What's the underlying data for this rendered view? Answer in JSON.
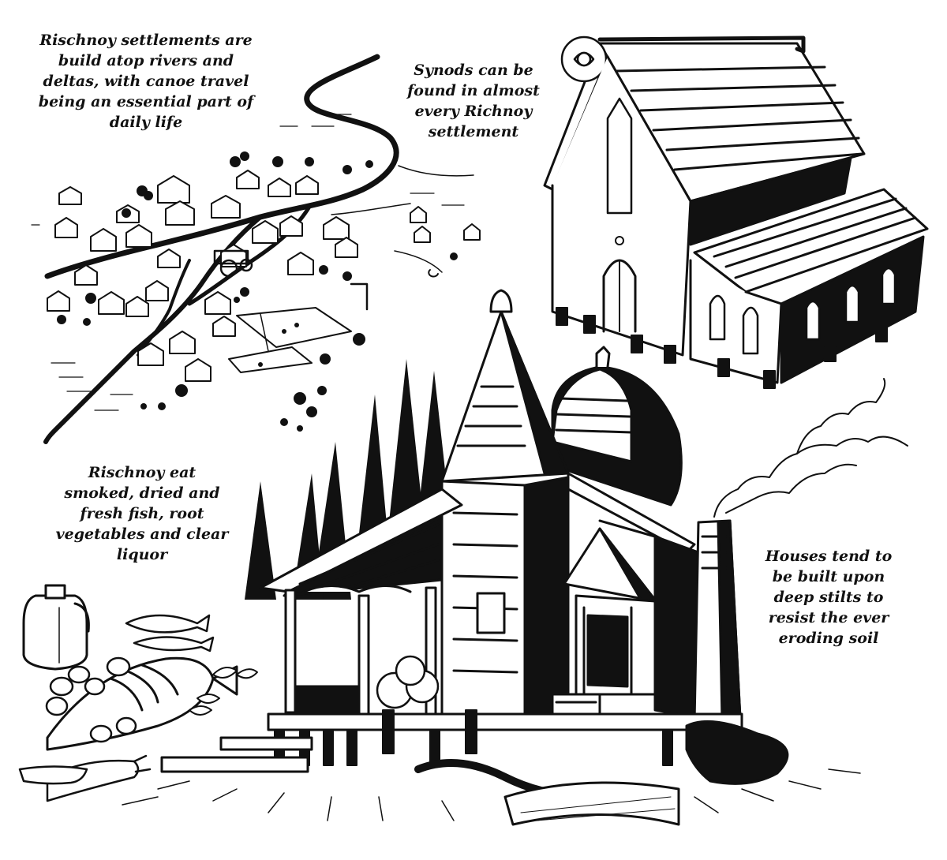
{
  "captions": {
    "settlements": "Rischnoy settlements are\nbuild atop rivers and\ndeltas, with canoe travel\nbeing an essential part of\ndaily life",
    "synods": "Synods can be\nfound in almost\nevery Richnoy\nsettlement",
    "food": "Rischnoy eat\nsmoked, dried and\nfresh fish, root\nvegetables and clear\nliquor",
    "houses": "Houses tend to\nbe built upon\ndeep stilts to\nresist the ever\neroding soil"
  },
  "colors": {
    "ink": "#111111",
    "paper": "#ffffff"
  },
  "drawings": [
    "river-settlement-map",
    "synod-church",
    "food-still-life",
    "stilt-house",
    "pine-trees",
    "smoke-plume",
    "footbridge"
  ]
}
